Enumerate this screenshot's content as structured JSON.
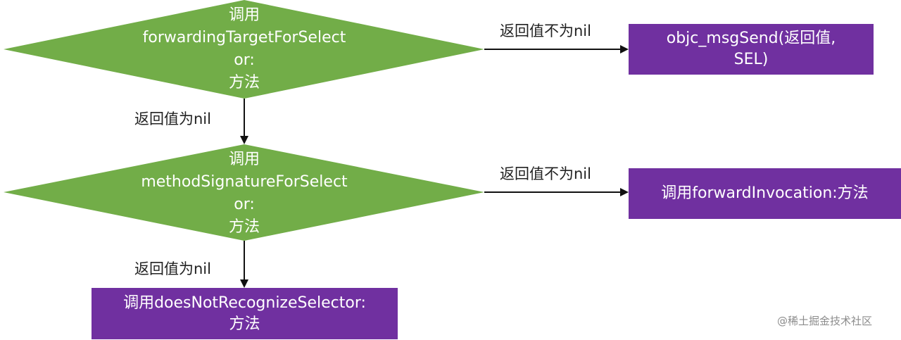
{
  "colors": {
    "diamond_fill": "#72ad48",
    "box_fill": "#7030a0",
    "arrow": "#111111",
    "text_on_shape": "#ffffff"
  },
  "diamond_1": {
    "line_1": "调用",
    "line_2": "forwardingTargetForSelect",
    "line_3": "or:",
    "line_4": "方法"
  },
  "diamond_2": {
    "line_1": "调用",
    "line_2": "methodSignatureForSelect",
    "line_3": "or:",
    "line_4": "方法"
  },
  "box_1": {
    "line_1": "objc_msgSend(返回值,",
    "line_2": "SEL)"
  },
  "box_2": {
    "line_1": "调用forwardInvocation:方法"
  },
  "box_3": {
    "line_1": "调用doesNotRecognizeSelector:",
    "line_2": "方法"
  },
  "edges": {
    "d1_to_box1": "返回值不为nil",
    "d1_to_d2": "返回值为nil",
    "d2_to_box2": "返回值不为nil",
    "d2_to_box3": "返回值为nil"
  },
  "watermark": "@稀土掘金技术社区"
}
